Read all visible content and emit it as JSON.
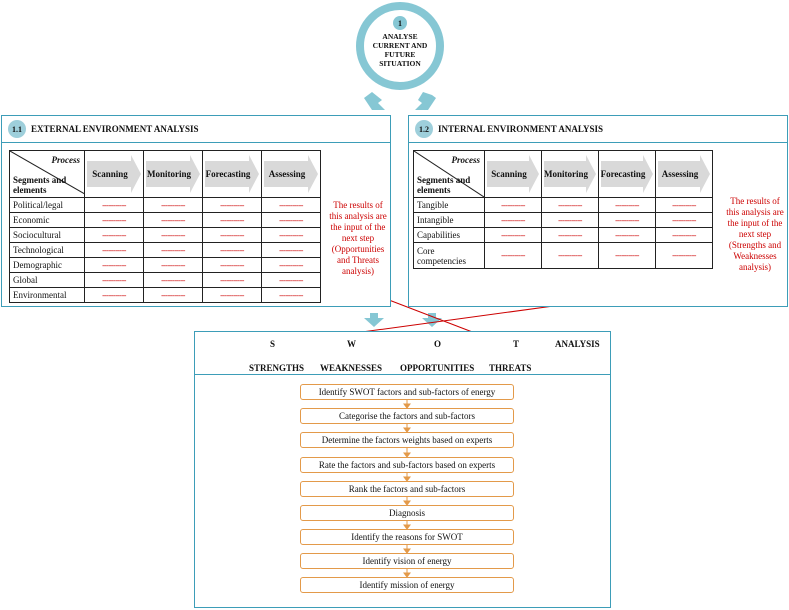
{
  "situation": {
    "number": "1",
    "title": "ANALYSE CURRENT AND FUTURE SITUATION"
  },
  "external": {
    "number": "1.1",
    "title": "EXTERNAL ENVIRONMENT ANALYSIS",
    "header_process": "Process",
    "header_segments": "Segments and elements",
    "processes": [
      "Scanning",
      "Monitoring",
      "Forecasting",
      "Assessing"
    ],
    "rows": [
      "Political/legal",
      "Economic",
      "Sociocultural",
      "Technological",
      "Demographic",
      "Global",
      "Environmental"
    ],
    "placeholder": "-----------",
    "note": "The results of this analysis are the input of the next step (Opportunities and Threats analysis)"
  },
  "internal": {
    "number": "1.2",
    "title": "INTERNAL ENVIRONMENT ANALYSIS",
    "header_process": "Process",
    "header_segments": "Segments and elements",
    "processes": [
      "Scanning",
      "Monitoring",
      "Forecasting",
      "Assessing"
    ],
    "rows": [
      "Tangible",
      "Intangible",
      "Capabilities",
      "Core competencies"
    ],
    "placeholder": "-----------",
    "note": "The results of this analysis are the input of the next step (Strengths and Weaknesses analysis)"
  },
  "swot": {
    "letters": [
      "S",
      "W",
      "O",
      "T"
    ],
    "analysis_label": "ANALYSIS",
    "words": [
      "STRENGTHS",
      "WEAKNESSES",
      "OPPORTUNITIES",
      "THREATS"
    ],
    "steps": [
      "Identify SWOT factors and sub-factors of energy",
      "Categorise the factors and sub-factors",
      "Determine the factors weights based on experts",
      "Rate the factors and sub-factors based on experts",
      "Rank the factors and sub-factors",
      "Diagnosis",
      "Identify the reasons for SWOT",
      "Identify vision of energy",
      "Identify mission of energy"
    ]
  },
  "colors": {
    "teal": "#3d9db8",
    "light_teal": "#86c7d4",
    "red": "#cc0000",
    "orange": "#e39a4a"
  }
}
